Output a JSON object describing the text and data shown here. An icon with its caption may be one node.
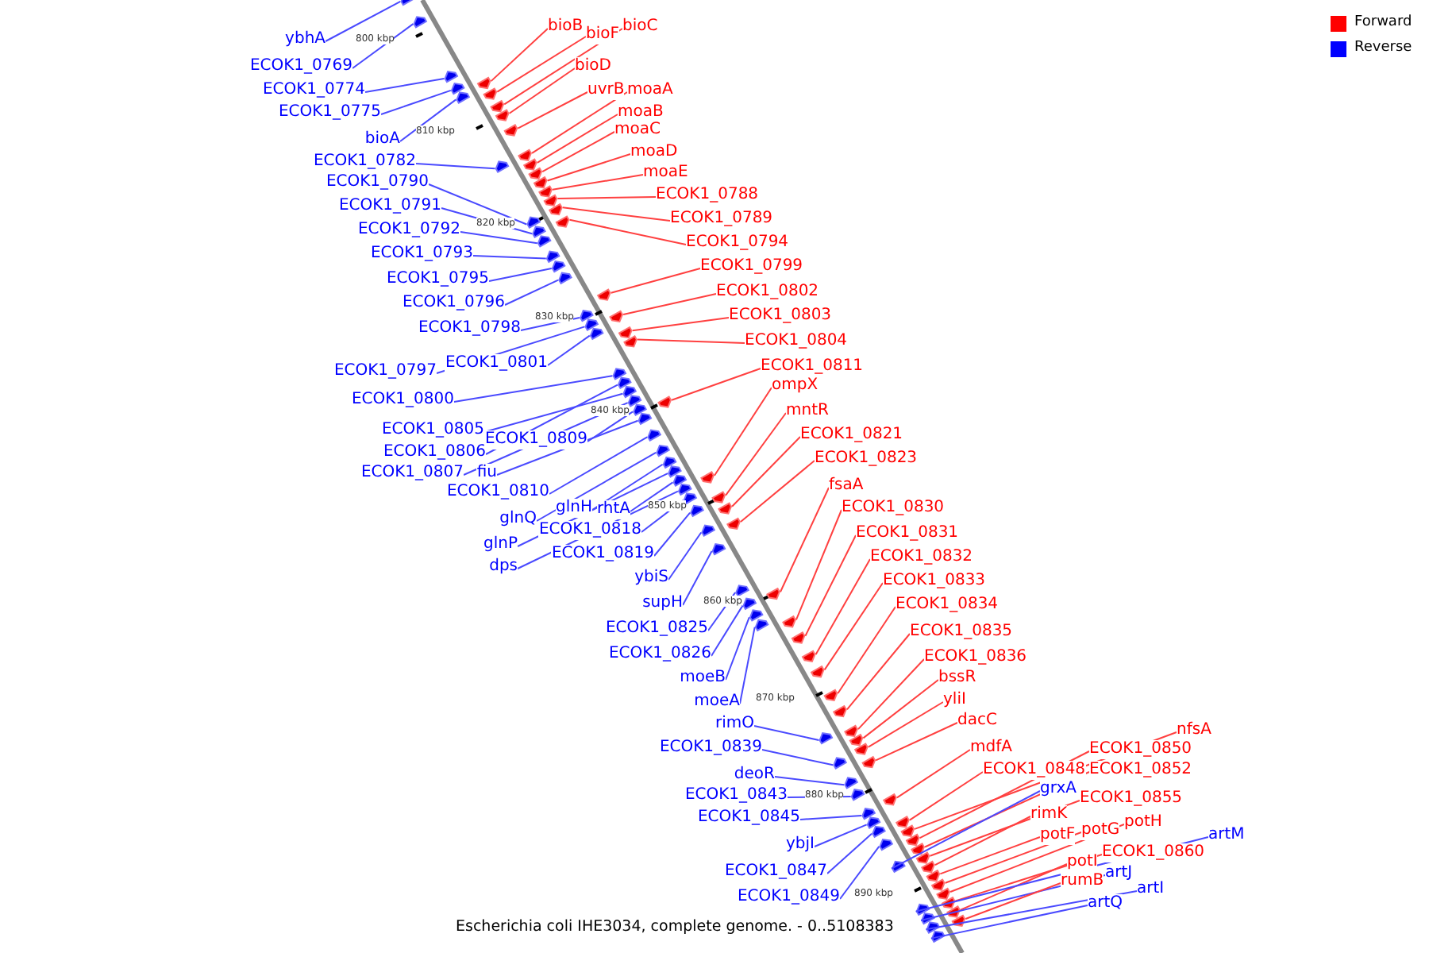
{
  "diagram": {
    "caption": "Escherichia coli IHE3034, complete genome. - 0..5108383",
    "nodes": [
      {
        "text": [
          "ybhA"
        ]
      },
      {
        "text": [
          "ECOK1_0769"
        ]
      },
      {
        "text": [
          "ECOK1_0774"
        ]
      },
      {
        "text": [
          "ECOK1_0775"
        ]
      },
      {
        "text": [
          "bioA"
        ]
      },
      {
        "text": [
          "ECOK1_0782"
        ]
      },
      {
        "text": [
          "ECOK1_0790"
        ]
      },
      {
        "text": [
          "ECOK1_0791"
        ]
      },
      {
        "text": [
          "ECOK1_0792"
        ]
      },
      {
        "text": [
          "ECOK1_0793"
        ]
      },
      {
        "text": [
          "ECOK1_0795"
        ]
      },
      {
        "text": [
          "ECOK1_0796"
        ]
      },
      {
        "text": [
          "ECOK1_0798"
        ]
      },
      {
        "text": [
          "ECOK1_0797"
        ]
      },
      {
        "text": [
          "ECOK1_0801"
        ]
      },
      {
        "text": [
          "ECOK1_0800"
        ]
      },
      {
        "text": [
          "ECOK1_0805"
        ]
      },
      {
        "text": [
          "ECOK1_0806"
        ]
      },
      {
        "text": [
          "ECOK1_0807"
        ]
      },
      {
        "text": [
          "ECOK1_0809"
        ]
      },
      {
        "text": [
          "fiu"
        ]
      },
      {
        "text": [
          "ECOK1_0810"
        ]
      },
      {
        "text": [
          "glnQ"
        ]
      },
      {
        "text": [
          "glnH"
        ]
      },
      {
        "text": [
          "rhtA"
        ]
      },
      {
        "text": [
          "glnP"
        ]
      },
      {
        "text": [
          "ECOK1_0818"
        ]
      },
      {
        "text": [
          "dps"
        ]
      },
      {
        "text": [
          "ECOK1_0819"
        ]
      },
      {
        "text": [
          "ybiS"
        ]
      },
      {
        "text": [
          "supH"
        ]
      },
      {
        "text": [
          "ECOK1_0825"
        ]
      },
      {
        "text": [
          "ECOK1_0826"
        ]
      },
      {
        "text": [
          "moeB"
        ]
      },
      {
        "text": [
          "moeA"
        ]
      },
      {
        "text": [
          "rimO"
        ]
      },
      {
        "text": [
          "ECOK1_0839"
        ]
      },
      {
        "text": [
          "deoR"
        ]
      },
      {
        "text": [
          "ECOK1_0843"
        ]
      },
      {
        "text": [
          "ECOK1_0845"
        ]
      },
      {
        "text": [
          "ybjI"
        ]
      },
      {
        "text": [
          "ECOK1_0847"
        ]
      },
      {
        "text": [
          "ECOK1_0849"
        ]
      },
      {
        "text": [
          "bioB"
        ]
      },
      {
        "text": [
          "bioF"
        ]
      },
      {
        "text": [
          "bioC"
        ]
      },
      {
        "text": [
          "bioD"
        ]
      },
      {
        "text": [
          "uvrB"
        ]
      },
      {
        "text": [
          "moaA"
        ]
      },
      {
        "text": [
          "moaB"
        ]
      },
      {
        "text": [
          "moaC"
        ]
      },
      {
        "text": [
          "moaD"
        ]
      },
      {
        "text": [
          "moaE"
        ]
      },
      {
        "text": [
          "ECOK1_0788"
        ]
      },
      {
        "text": [
          "ECOK1_0789"
        ]
      },
      {
        "text": [
          "ECOK1_0794"
        ]
      },
      {
        "text": [
          "ECOK1_0799"
        ]
      },
      {
        "text": [
          "ECOK1_0802"
        ]
      },
      {
        "text": [
          "ECOK1_0803"
        ]
      },
      {
        "text": [
          "ECOK1_0804"
        ]
      },
      {
        "text": [
          "ECOK1_0811"
        ]
      },
      {
        "text": [
          "ompX"
        ]
      },
      {
        "text": [
          "mntR"
        ]
      },
      {
        "text": [
          "ECOK1_0821"
        ]
      },
      {
        "text": [
          "ECOK1_0823"
        ]
      },
      {
        "text": [
          "fsaA"
        ]
      },
      {
        "text": [
          "ECOK1_0830"
        ]
      },
      {
        "text": [
          "ECOK1_0831"
        ]
      },
      {
        "text": [
          "ECOK1_0832"
        ]
      },
      {
        "text": [
          "ECOK1_0833"
        ]
      },
      {
        "text": [
          "ECOK1_0834"
        ]
      },
      {
        "text": [
          "ECOK1_0835"
        ]
      },
      {
        "text": [
          "ECOK1_0836"
        ]
      },
      {
        "text": [
          "bssR"
        ]
      },
      {
        "text": [
          "yliI"
        ]
      },
      {
        "text": [
          "dacC"
        ]
      },
      {
        "text": [
          "mdfA"
        ]
      },
      {
        "text": [
          "ECOK1_0848"
        ]
      },
      {
        "text": [
          "nfsA"
        ]
      },
      {
        "text": [
          "ECOK1_0850"
        ]
      },
      {
        "text": [
          "ECOK1_0852"
        ]
      },
      {
        "text": [
          "grxA"
        ]
      },
      {
        "text": [
          "ECOK1_0855"
        ]
      },
      {
        "text": [
          "rimK"
        ]
      },
      {
        "text": [
          "potF"
        ]
      },
      {
        "text": [
          "potG"
        ]
      },
      {
        "text": [
          "potH"
        ]
      },
      {
        "text": [
          "ECOK1_0860"
        ]
      },
      {
        "text": [
          "potI"
        ]
      },
      {
        "text": [
          "artJ"
        ]
      },
      {
        "text": [
          "rumB"
        ]
      },
      {
        "text": [
          "artM"
        ]
      },
      {
        "text": [
          "artI"
        ]
      },
      {
        "text": [
          "artQ"
        ]
      },
      {
        "text": [],
        "shape": "arrow"
      },
      {
        "text": [],
        "shape": "arrow"
      },
      {
        "text": [],
        "shape": "arrow"
      },
      {
        "text": [],
        "shape": "arrow"
      },
      {
        "text": [],
        "shape": "arrow"
      },
      {
        "text": [],
        "shape": "arrow"
      },
      {
        "text": [],
        "shape": "arrow"
      },
      {
        "text": [],
        "shape": "arrow"
      },
      {
        "text": [],
        "shape": "arrow"
      },
      {
        "text": [],
        "shape": "arrow"
      },
      {
        "text": [],
        "shape": "arrow"
      },
      {
        "text": [],
        "shape": "arrow"
      },
      {
        "text": [],
        "shape": "arrow"
      },
      {
        "text": [],
        "shape": "arrow"
      },
      {
        "text": [],
        "shape": "arrow"
      },
      {
        "text": [],
        "shape": "arrow"
      },
      {
        "text": [],
        "shape": "arrow"
      },
      {
        "text": [],
        "shape": "arrow"
      },
      {
        "text": [],
        "shape": "arrow"
      },
      {
        "text": [],
        "shape": "arrow"
      },
      {
        "text": [],
        "shape": "arrow"
      },
      {
        "text": [],
        "shape": "arrow"
      },
      {
        "text": [],
        "shape": "arrow"
      },
      {
        "text": [],
        "shape": "arrow"
      },
      {
        "text": [],
        "shape": "arrow"
      },
      {
        "text": [],
        "shape": "arrow"
      },
      {
        "text": [],
        "shape": "arrow"
      },
      {
        "text": [],
        "shape": "arrow"
      },
      {
        "text": [],
        "shape": "arrow"
      },
      {
        "text": [],
        "shape": "arrow"
      },
      {
        "text": [],
        "shape": "arrow"
      },
      {
        "text": [],
        "shape": "arrow"
      },
      {
        "text": [],
        "shape": "arrow"
      },
      {
        "text": [],
        "shape": "arrow"
      },
      {
        "text": [],
        "shape": "arrow"
      },
      {
        "text": [],
        "shape": "arrow"
      },
      {
        "text": [],
        "shape": "arrow"
      },
      {
        "text": [],
        "shape": "arrow"
      },
      {
        "text": [],
        "shape": "arrow"
      },
      {
        "text": [],
        "shape": "arrow"
      },
      {
        "text": [],
        "shape": "arrow"
      },
      {
        "text": [],
        "shape": "arrow"
      },
      {
        "text": [],
        "shape": "arrow"
      },
      {
        "text": [],
        "shape": "arrow"
      },
      {
        "text": [],
        "shape": "arrow"
      },
      {
        "text": [],
        "shape": "arrow"
      },
      {
        "text": [],
        "shape": "arrow"
      },
      {
        "text": [],
        "shape": "arrow"
      },
      {
        "text": [],
        "shape": "arrow"
      },
      {
        "text": [],
        "shape": "arrow"
      },
      {
        "text": [],
        "shape": "arrow"
      },
      {
        "text": [],
        "shape": "arrow"
      },
      {
        "text": [],
        "shape": "arrow"
      },
      {
        "text": [],
        "shape": "arrow"
      },
      {
        "text": [],
        "shape": "arrow"
      },
      {
        "text": [],
        "shape": "arrow"
      },
      {
        "text": [],
        "shape": "arrow"
      },
      {
        "text": [],
        "shape": "arrow"
      },
      {
        "text": [],
        "shape": "arrow"
      },
      {
        "text": [],
        "shape": "arrow"
      },
      {
        "text": [],
        "shape": "arrow"
      },
      {
        "text": [],
        "shape": "arrow"
      },
      {
        "text": [],
        "shape": "arrow"
      },
      {
        "text": [],
        "shape": "arrow"
      },
      {
        "text": [],
        "shape": "arrow"
      },
      {
        "text": [],
        "shape": "arrow"
      },
      {
        "text": [],
        "shape": "arrow"
      },
      {
        "text": [],
        "shape": "arrow"
      },
      {
        "text": [],
        "shape": "arrow"
      },
      {
        "text": [],
        "shape": "arrow"
      },
      {
        "text": [],
        "shape": "arrow"
      },
      {
        "text": [],
        "shape": "arrow"
      },
      {
        "text": [],
        "shape": "arrow"
      },
      {
        "text": [],
        "shape": "arrow"
      },
      {
        "text": [],
        "shape": "arrow"
      },
      {
        "text": [],
        "shape": "arrow"
      },
      {
        "text": [],
        "shape": "arrow"
      },
      {
        "text": [],
        "shape": "arrow"
      },
      {
        "text": [],
        "shape": "arrow"
      },
      {
        "text": [],
        "shape": "arrow"
      },
      {
        "text": [],
        "shape": "arrow"
      },
      {
        "text": [],
        "shape": "arrow"
      },
      {
        "text": [],
        "shape": "arrow"
      },
      {
        "text": [],
        "shape": "arrow"
      },
      {
        "text": [],
        "shape": "arrow"
      },
      {
        "text": [],
        "shape": "arrow"
      },
      {
        "text": [],
        "shape": "arrow"
      },
      {
        "text": [],
        "shape": "arrow"
      },
      {
        "text": [],
        "shape": "arrow"
      },
      {
        "text": [],
        "shape": "arrow"
      },
      {
        "text": [],
        "shape": "arrow"
      },
      {
        "text": [],
        "shape": "arrow"
      },
      {
        "text": [],
        "shape": "arrow"
      },
      {
        "text": [],
        "shape": "arrow"
      }
    ],
    "edges": [
      {
        "from": 0,
        "to": 94,
        "arrow": "none"
      },
      {
        "from": 1,
        "to": 95,
        "arrow": "none"
      },
      {
        "from": 2,
        "to": 96,
        "arrow": "none"
      },
      {
        "from": 3,
        "to": 97,
        "arrow": "none"
      },
      {
        "from": 4,
        "to": 98,
        "arrow": "none"
      },
      {
        "from": 5,
        "to": 99,
        "arrow": "none"
      },
      {
        "from": 6,
        "to": 100,
        "arrow": "none"
      },
      {
        "from": 7,
        "to": 101,
        "arrow": "none"
      },
      {
        "from": 8,
        "to": 102,
        "arrow": "none"
      },
      {
        "from": 9,
        "to": 103,
        "arrow": "none"
      },
      {
        "from": 10,
        "to": 104,
        "arrow": "none"
      },
      {
        "from": 11,
        "to": 105,
        "arrow": "none"
      },
      {
        "from": 12,
        "to": 106,
        "arrow": "none"
      },
      {
        "from": 13,
        "to": 107,
        "arrow": "none"
      },
      {
        "from": 14,
        "to": 108,
        "arrow": "none"
      },
      {
        "from": 15,
        "to": 109,
        "arrow": "none"
      },
      {
        "from": 16,
        "to": 110,
        "arrow": "none"
      },
      {
        "from": 17,
        "to": 111,
        "arrow": "none"
      },
      {
        "from": 18,
        "to": 112,
        "arrow": "none"
      },
      {
        "from": 19,
        "to": 113,
        "arrow": "none"
      },
      {
        "from": 20,
        "to": 114,
        "arrow": "none"
      },
      {
        "from": 21,
        "to": 115,
        "arrow": "none"
      },
      {
        "from": 22,
        "to": 116,
        "arrow": "none"
      },
      {
        "from": 23,
        "to": 117,
        "arrow": "none"
      },
      {
        "from": 24,
        "to": 118,
        "arrow": "none"
      },
      {
        "from": 25,
        "to": 119,
        "arrow": "none"
      },
      {
        "from": 26,
        "to": 120,
        "arrow": "none"
      },
      {
        "from": 27,
        "to": 121,
        "arrow": "none"
      },
      {
        "from": 28,
        "to": 122,
        "arrow": "none"
      },
      {
        "from": 29,
        "to": 123,
        "arrow": "none"
      },
      {
        "from": 30,
        "to": 124,
        "arrow": "none"
      },
      {
        "from": 31,
        "to": 125,
        "arrow": "none"
      },
      {
        "from": 32,
        "to": 126,
        "arrow": "none"
      },
      {
        "from": 33,
        "to": 127,
        "arrow": "none"
      },
      {
        "from": 34,
        "to": 128,
        "arrow": "none"
      },
      {
        "from": 35,
        "to": 129,
        "arrow": "none"
      },
      {
        "from": 36,
        "to": 130,
        "arrow": "none"
      },
      {
        "from": 37,
        "to": 131,
        "arrow": "none"
      },
      {
        "from": 38,
        "to": 132,
        "arrow": "none"
      },
      {
        "from": 39,
        "to": 133,
        "arrow": "none"
      },
      {
        "from": 40,
        "to": 134,
        "arrow": "none"
      },
      {
        "from": 41,
        "to": 135,
        "arrow": "none"
      },
      {
        "from": 42,
        "to": 136,
        "arrow": "none"
      },
      {
        "from": 43,
        "to": 137,
        "arrow": "none",
        "color": "#ff4040"
      },
      {
        "from": 44,
        "to": 138,
        "arrow": "none",
        "color": "#ff4040"
      },
      {
        "from": 45,
        "to": 139,
        "arrow": "none",
        "color": "#ff4040"
      },
      {
        "from": 46,
        "to": 140,
        "arrow": "none",
        "color": "#ff4040"
      },
      {
        "from": 47,
        "to": 141,
        "arrow": "none",
        "color": "#ff4040"
      },
      {
        "from": 48,
        "to": 142,
        "arrow": "none",
        "color": "#ff4040"
      },
      {
        "from": 49,
        "to": 143,
        "arrow": "none",
        "color": "#ff4040"
      },
      {
        "from": 50,
        "to": 144,
        "arrow": "none",
        "color": "#ff4040"
      },
      {
        "from": 51,
        "to": 145,
        "arrow": "none",
        "color": "#ff4040"
      },
      {
        "from": 52,
        "to": 146,
        "arrow": "none",
        "color": "#ff4040"
      },
      {
        "from": 53,
        "to": 147,
        "arrow": "none",
        "color": "#ff4040"
      },
      {
        "from": 54,
        "to": 148,
        "arrow": "none",
        "color": "#ff4040"
      },
      {
        "from": 55,
        "to": 149,
        "arrow": "none",
        "color": "#ff4040"
      },
      {
        "from": 56,
        "to": 150,
        "arrow": "none",
        "color": "#ff4040"
      },
      {
        "from": 57,
        "to": 151,
        "arrow": "none",
        "color": "#ff4040"
      },
      {
        "from": 58,
        "to": 152,
        "arrow": "none",
        "color": "#ff4040"
      },
      {
        "from": 59,
        "to": 153,
        "arrow": "none",
        "color": "#ff4040"
      },
      {
        "from": 60,
        "to": 154,
        "arrow": "none",
        "color": "#ff4040"
      },
      {
        "from": 61,
        "to": 155,
        "arrow": "none",
        "color": "#ff4040"
      },
      {
        "from": 62,
        "to": 156,
        "arrow": "none",
        "color": "#ff4040"
      },
      {
        "from": 63,
        "to": 157,
        "arrow": "none",
        "color": "#ff4040"
      },
      {
        "from": 64,
        "to": 158,
        "arrow": "none",
        "color": "#ff4040"
      },
      {
        "from": 65,
        "to": 159,
        "arrow": "none",
        "color": "#ff4040"
      },
      {
        "from": 66,
        "to": 160,
        "arrow": "none",
        "color": "#ff4040"
      },
      {
        "from": 67,
        "to": 161,
        "arrow": "none",
        "color": "#ff4040"
      },
      {
        "from": 68,
        "to": 162,
        "arrow": "none",
        "color": "#ff4040"
      },
      {
        "from": 69,
        "to": 163,
        "arrow": "none",
        "color": "#ff4040"
      },
      {
        "from": 70,
        "to": 164,
        "arrow": "none",
        "color": "#ff4040"
      },
      {
        "from": 71,
        "to": 165,
        "arrow": "none",
        "color": "#ff4040"
      },
      {
        "from": 72,
        "to": 166,
        "arrow": "none",
        "color": "#ff4040"
      },
      {
        "from": 73,
        "to": 167,
        "arrow": "none",
        "color": "#ff4040"
      },
      {
        "from": 74,
        "to": 168,
        "arrow": "none",
        "color": "#ff4040"
      },
      {
        "from": 75,
        "to": 169,
        "arrow": "none",
        "color": "#ff4040"
      },
      {
        "from": 76,
        "to": 170,
        "arrow": "none",
        "color": "#ff4040"
      },
      {
        "from": 77,
        "to": 171,
        "arrow": "none",
        "color": "#ff4040"
      },
      {
        "from": 78,
        "to": 172,
        "arrow": "none",
        "color": "#ff4040"
      },
      {
        "from": 79,
        "to": 173,
        "arrow": "none",
        "color": "#ff4040"
      },
      {
        "from": 80,
        "to": 174,
        "arrow": "none",
        "color": "#ff4040"
      },
      {
        "from": 81,
        "to": 175,
        "arrow": "none"
      },
      {
        "from": 82,
        "to": 176,
        "arrow": "none",
        "color": "#ff4040"
      },
      {
        "from": 83,
        "to": 177,
        "arrow": "none",
        "color": "#ff4040"
      },
      {
        "from": 84,
        "to": 178,
        "arrow": "none",
        "color": "#ff4040"
      },
      {
        "from": 85,
        "to": 179,
        "arrow": "none",
        "color": "#ff4040"
      },
      {
        "from": 86,
        "to": 180,
        "arrow": "none",
        "color": "#ff4040"
      },
      {
        "from": 87,
        "to": 181,
        "arrow": "none",
        "color": "#ff4040"
      },
      {
        "from": 88,
        "to": 182,
        "arrow": "none",
        "color": "#ff4040"
      },
      {
        "from": 89,
        "to": 183,
        "arrow": "none"
      },
      {
        "from": 90,
        "to": 184,
        "arrow": "none",
        "color": "#ff4040"
      },
      {
        "from": 91,
        "to": 185,
        "arrow": "none"
      },
      {
        "from": 92,
        "to": 186,
        "arrow": "none"
      },
      {
        "from": 93,
        "to": 187,
        "arrow": "none"
      }
    ],
    "labels": [
      "800 kbp",
      "810 kbp",
      "820 kbp",
      "830 kbp",
      "840 kbp",
      "850 kbp",
      "860 kbp",
      "870 kbp",
      "880 kbp",
      "890 kbp"
    ],
    "legend": [
      {
        "text": "Forward",
        "color": "#ff0000"
      },
      {
        "text": "Reverse",
        "color": "#0000ff"
      }
    ]
  }
}
